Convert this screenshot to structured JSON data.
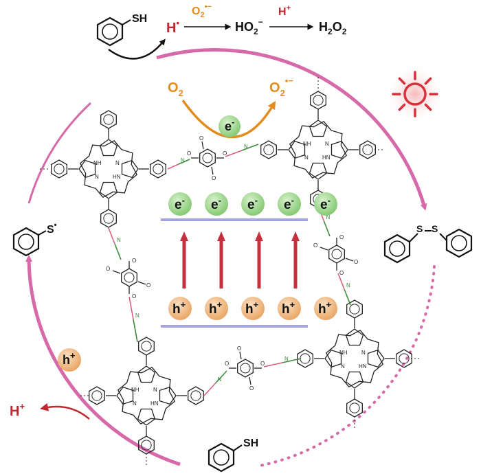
{
  "colors": {
    "cycle": "#d66aa8",
    "electron_fill": "#a6dc98",
    "hole_fill": "#f0bd86",
    "band": "#a5a4dc",
    "excitation_arrow": "#c62f3e",
    "oxygen": "#e38c1d",
    "proton": "#c0262f",
    "sun": "#d9303b",
    "ink": "#111111",
    "azo": "#d9607a",
    "azo_n": "#3a8a3a"
  },
  "top_reaction": {
    "thiol_label": "SH",
    "h_radical": "H",
    "radical_dot": "•",
    "superoxide_base": "O",
    "superoxide_sub": "2",
    "superoxide_sup": "•−",
    "hydroperoxide_base": "HO",
    "hydroperoxide_sub": "2",
    "hydroperoxide_sup": "−",
    "proton_base": "H",
    "proton_sup": "+",
    "peroxide_h": "H",
    "peroxide_h_sub": "2",
    "peroxide_o": "O",
    "peroxide_o_sub": "2"
  },
  "oxygen_reduction": {
    "o2_base": "O",
    "o2_sub": "2",
    "product_base": "O",
    "product_sub": "2",
    "product_sup": "•−",
    "electron": "e",
    "electron_sup": "-"
  },
  "band_diagram": {
    "electron": "e",
    "electron_sup": "-",
    "electron_count": 5,
    "hole": "h",
    "hole_sup": "+",
    "hole_count": 5,
    "arrow_count": 4
  },
  "left_radical": {
    "label": "S",
    "dot": "•"
  },
  "disulfide": {
    "s1": "S",
    "s2": "S"
  },
  "bottom_thiol": {
    "label": "SH"
  },
  "hole_bubble": {
    "hole": "h",
    "hole_sup": "+"
  },
  "released_proton": {
    "base": "H",
    "sup": "+"
  },
  "framework": {
    "nh": "NH",
    "n": "N",
    "o": "O",
    "hn": "HN",
    "azo_n": "N"
  }
}
